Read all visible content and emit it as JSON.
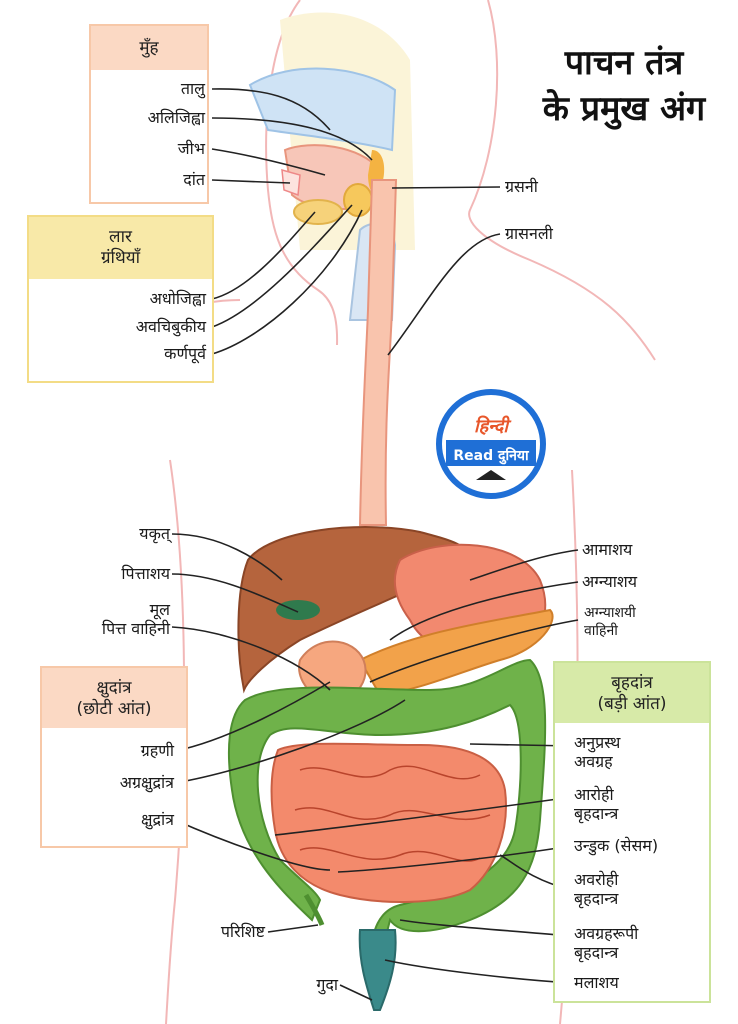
{
  "title": "पाचन तंत्र\nके प्रमुख अंग",
  "logo": {
    "line1": "हिन्दी",
    "line2": "Read दुनिया"
  },
  "groups": {
    "mouth": {
      "heading": "मुँह",
      "items": [
        "तालु",
        "अलिजिह्वा",
        "जीभ",
        "दांत"
      ]
    },
    "salivary": {
      "heading": "लार\nग्रंथियाँ",
      "items": [
        "अधोजिह्वा",
        "अवचिबुकीय",
        "कर्णपूर्व"
      ]
    },
    "small_intestine": {
      "heading": "क्षुदांत्र\n(छोटी आंत)",
      "items": [
        "ग्रहणी",
        "अग्रक्षुद्रांत्र",
        "क्षुद्रांत्र"
      ]
    },
    "large_intestine": {
      "heading": "बृहदांत्र\n(बड़ी आंत)",
      "items": [
        "अनुप्रस्थ\nअवग्रह",
        "आरोही\nबृहदान्त्र",
        "उन्डुक (सेसम)",
        "अवरोही\nबृहदान्त्र",
        "अवग्रहरूपी\nबृहदान्त्र",
        "मलाशय"
      ]
    }
  },
  "labels": {
    "pharynx": "ग्रसनी",
    "esophagus": "ग्रासनली",
    "liver": "यकृत्",
    "gallbladder": "पित्ताशय",
    "bile_duct": "मूल\nपित्त वाहिनी",
    "stomach": "आमाशय",
    "pancreas": "अग्न्याशय",
    "pancreatic_duct": "अग्न्याशयी\nवाहिनी",
    "appendix": "परिशिष्ट",
    "anus": "गुदा"
  },
  "colors": {
    "orange_box": "#fbd9c4",
    "yellow_box": "#f8e9a8",
    "green_box": "#d7eaa8",
    "logo_blue": "#1f6fd6",
    "body_outline": "#f2b7b7"
  }
}
